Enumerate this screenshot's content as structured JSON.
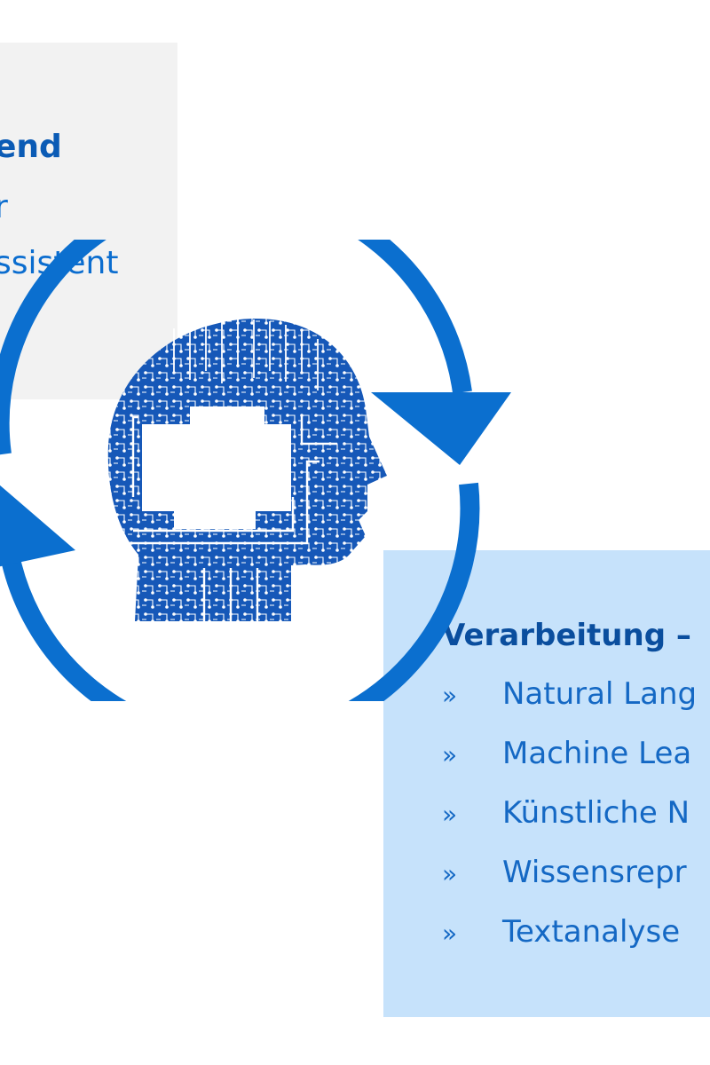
{
  "top_panel": {
    "lines": [
      "end",
      "r",
      "ssistent"
    ]
  },
  "bottom_panel": {
    "heading": "Verarbeitung –",
    "bullet_symbol": "»",
    "items": [
      {
        "label": "Natural Lang"
      },
      {
        "label": "Machine Lea"
      },
      {
        "label": "Künstliche N"
      },
      {
        "label": "Wissensrepr"
      },
      {
        "label": "Textanalyse"
      }
    ]
  },
  "graphic": {
    "icon": "ai-head-circuit-icon",
    "cycle_icon": "circular-arrows-icon",
    "colors": {
      "arrow": "#0b6fcf",
      "head": "#1658b8"
    }
  }
}
